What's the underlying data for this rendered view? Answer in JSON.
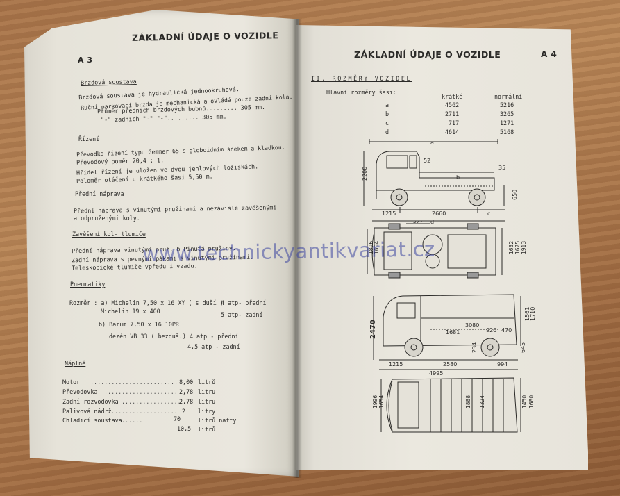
{
  "left_page": {
    "title": "ZÁKLADNÍ ÚDAJE O VOZIDLE",
    "page_code": "A 3",
    "sections": [
      {
        "heading": "Brzdová soustava",
        "lines": [
          "Brzdová soustava je hydraulická jednookruhová.",
          "Ruční parkovací brzda je mechanická a ovládá pouze zadní kola.",
          "Průměr předních brzdových bubnů......... 305 mm.",
          "\"-\" zadních      \"-\"       \"-\"......... 305 mm."
        ]
      },
      {
        "heading": "Řízení",
        "lines": [
          "Převodka řízení typu Gemmer 65 s globoidním šnekem a kladkou.",
          "Převodový poměr 20,4 : 1.",
          "Hřídel řízení je uložen ve dvou jehlových ložiskách.",
          "Poloměr otáčení u krátkého šasi 5,50 m."
        ]
      },
      {
        "heading": "Přední náprava",
        "lines": [
          "Přední náprava s vinutými pružinami a nezávisle zavěšenými",
          "a odpruženými koly."
        ]
      },
      {
        "heading": "Zavěšení kol- tlumiče",
        "lines": [
          "Přední náprava vinutými pruž. b Pinutá pružiny.",
          "Zadní náprava s pevnými pákami s vinutými pružinami.",
          "Teleskopické tlumiče vpředu i vzadu."
        ]
      },
      {
        "heading": "Pneumatiky",
        "lines": [
          "Rozměr :  a) Michelin 7,50 x 16 XY ( s duší )",
          "Michelin 19 x 400",
          "4 atp- přední",
          "5 atp- zadní",
          "b) Barum    7,50 x 16 10PR",
          "dezén     VB 33 ( bezduš.) 4 atp - přední",
          "4,5 atp - zadní"
        ]
      },
      {
        "heading": "Náplně",
        "fills": [
          {
            "label": "Motor",
            "value": "8,00",
            "unit": "litrů"
          },
          {
            "label": "Převodovka",
            "value": "2,78",
            "unit": "litru"
          },
          {
            "label": "Zadní rozvodovka",
            "value": "2,78",
            "unit": "litru"
          },
          {
            "label": "Palivová nádrž",
            "value": "2",
            "unit": "litry"
          },
          {
            "label": "Chladicí soustava",
            "value": "70",
            "unit": "litrů nafty"
          },
          {
            "label": "",
            "value": "10,5",
            "unit": "litrů"
          }
        ]
      }
    ]
  },
  "right_page": {
    "title": "ZÁKLADNÍ ÚDAJE O VOZIDLE",
    "page_code": "A 4",
    "section_title": "II. ROZMĚRY VOZIDEL",
    "table_caption": "Hlavní rozměry šasi:",
    "table_headers": [
      "",
      "krátké",
      "normální"
    ],
    "table_rows": [
      [
        "a",
        "4562",
        "5216"
      ],
      [
        "b",
        "2711",
        "3265"
      ],
      [
        "c",
        "717",
        "1271"
      ],
      [
        "d",
        "4614",
        "5168"
      ]
    ],
    "dims_truck_side": [
      "a",
      "52",
      "2200",
      "b",
      "35",
      "1215",
      "2660",
      "c",
      "650",
      "d"
    ],
    "dims_truck_top": [
      "577",
      "1896",
      "1654",
      "1632",
      "1675",
      "1913"
    ],
    "dims_van_side": [
      "3080",
      "920",
      "470",
      "1681",
      "1561",
      "1710",
      "2470",
      "234",
      "645",
      "1215",
      "2580",
      "994",
      "4995"
    ],
    "dims_van_top": [
      "1996",
      "1654",
      "1888",
      "1324",
      "1450",
      "1680"
    ]
  },
  "watermark": "www.technickyantikvariat.cz"
}
